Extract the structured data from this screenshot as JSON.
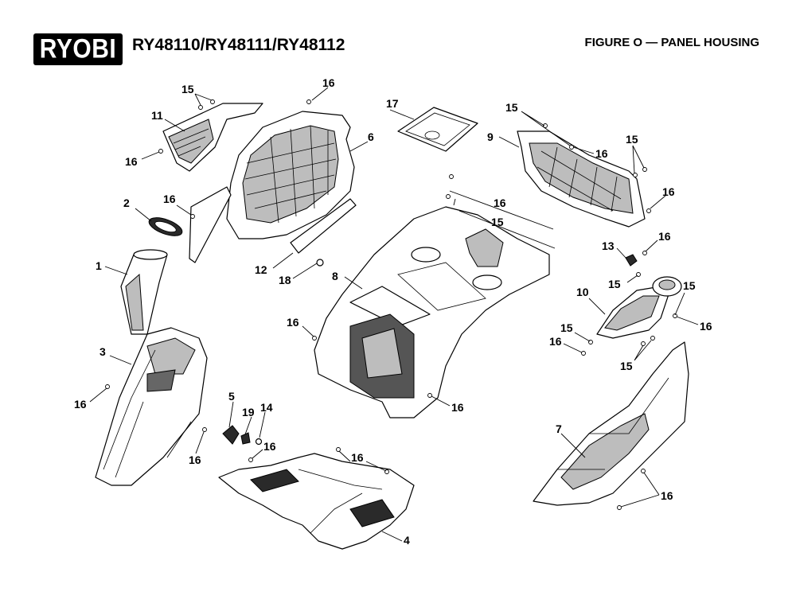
{
  "header": {
    "logo": "RYOBI",
    "models": "RY48110/RY48111/RY48112",
    "figure": "FIGURE O — PANEL HOUSING"
  },
  "callouts": {
    "c1": "1",
    "c2": "2",
    "c3": "3",
    "c4": "4",
    "c5": "5",
    "c6": "6",
    "c7": "7",
    "c8": "8",
    "c9": "9",
    "c10": "10",
    "c11": "11",
    "c12": "12",
    "c13": "13",
    "c14": "14",
    "c17": "17",
    "c18": "18",
    "c19": "19",
    "c15": "15",
    "c16": "16"
  }
}
